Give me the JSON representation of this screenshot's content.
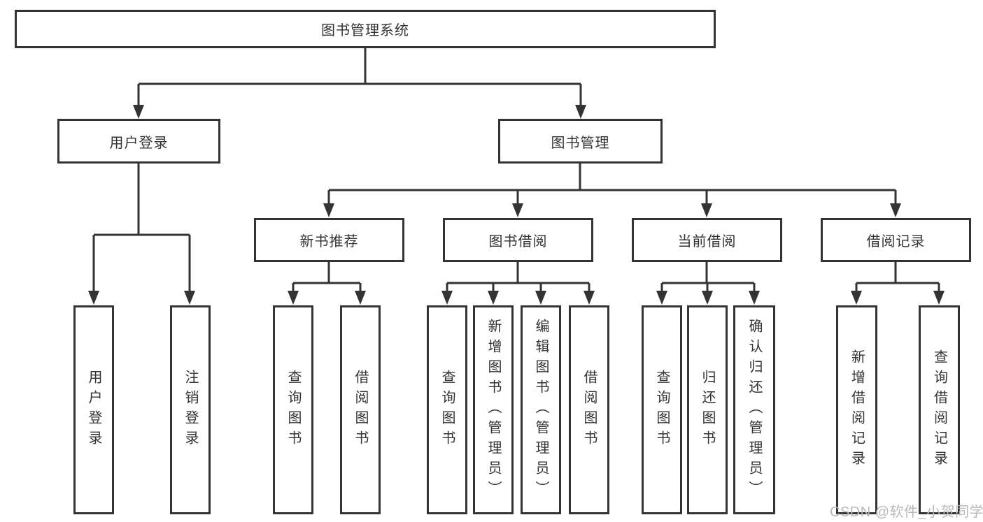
{
  "diagram_title": "图书管理系统",
  "nodes": {
    "root": "图书管理系统",
    "level2": [
      "用户登录",
      "图书管理"
    ],
    "level3": [
      "新书推荐",
      "图书借阅",
      "当前借阅",
      "借阅记录"
    ],
    "leaves": {
      "login": [
        "用户登录",
        "注销登录"
      ],
      "recommend": [
        "查询图书",
        "借阅图书"
      ],
      "borrow": [
        "查询图书",
        "新增图书（管理员）",
        "编辑图书（管理员）",
        "借阅图书"
      ],
      "current": [
        "查询图书",
        "归还图书",
        "确认归还（管理员）"
      ],
      "records": [
        "新增借阅记录",
        "查询借阅记录"
      ]
    }
  },
  "watermark": "CSDN @软件_小贺同学",
  "colors": {
    "line": "#333333",
    "border": "#333333",
    "text": "#333333",
    "background": "#ffffff",
    "watermark": "#b9b9b9"
  }
}
